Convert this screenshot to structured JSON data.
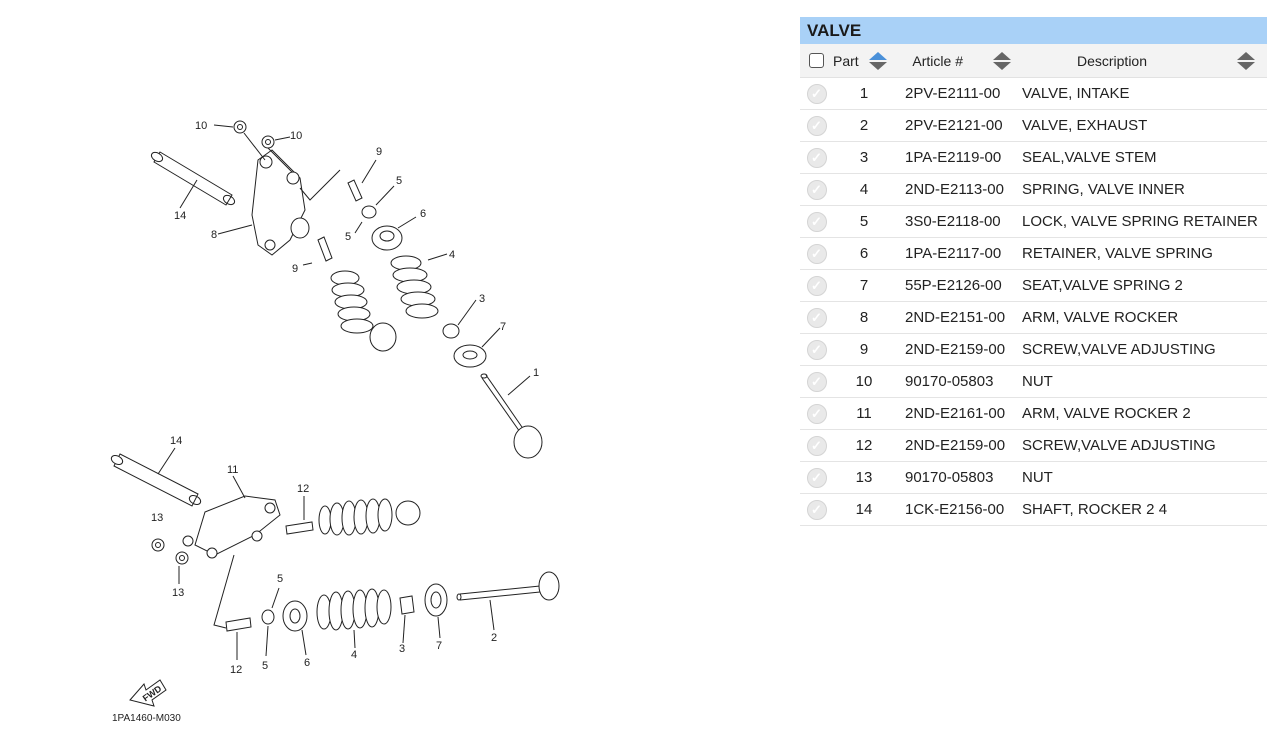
{
  "panel": {
    "title": "VALVE",
    "headers": {
      "part": "Part",
      "article": "Article #",
      "description": "Description"
    },
    "rows": [
      {
        "part": "1",
        "article": "2PV-E2111-00",
        "description": "VALVE, INTAKE"
      },
      {
        "part": "2",
        "article": "2PV-E2121-00",
        "description": "VALVE, EXHAUST"
      },
      {
        "part": "3",
        "article": "1PA-E2119-00",
        "description": "SEAL,VALVE STEM"
      },
      {
        "part": "4",
        "article": "2ND-E2113-00",
        "description": "SPRING, VALVE INNER"
      },
      {
        "part": "5",
        "article": "3S0-E2118-00",
        "description": "LOCK, VALVE SPRING RETAINER"
      },
      {
        "part": "6",
        "article": "1PA-E2117-00",
        "description": "RETAINER, VALVE SPRING"
      },
      {
        "part": "7",
        "article": "55P-E2126-00",
        "description": "SEAT,VALVE SPRING 2"
      },
      {
        "part": "8",
        "article": "2ND-E2151-00",
        "description": "ARM, VALVE ROCKER"
      },
      {
        "part": "9",
        "article": "2ND-E2159-00",
        "description": "SCREW,VALVE ADJUSTING"
      },
      {
        "part": "10",
        "article": "90170-05803",
        "description": "NUT"
      },
      {
        "part": "11",
        "article": "2ND-E2161-00",
        "description": "ARM, VALVE ROCKER 2"
      },
      {
        "part": "12",
        "article": "2ND-E2159-00",
        "description": "SCREW,VALVE ADJUSTING"
      },
      {
        "part": "13",
        "article": "90170-05803",
        "description": "NUT"
      },
      {
        "part": "14",
        "article": "1CK-E2156-00",
        "description": "SHAFT, ROCKER 2 4"
      }
    ]
  },
  "diagram": {
    "labels": {
      "c1": "1",
      "c2": "2",
      "c3a": "3",
      "c3b": "3",
      "c4a": "4",
      "c4b": "4",
      "c5a": "5",
      "c5b": "5",
      "c5c": "5",
      "c5d": "5",
      "c6a": "6",
      "c6b": "6",
      "c7a": "7",
      "c7b": "7",
      "c8": "8",
      "c9a": "9",
      "c9b": "9",
      "c10a": "10",
      "c10b": "10",
      "c11": "11",
      "c12a": "12",
      "c12b": "12",
      "c13a": "13",
      "c13b": "13",
      "c14a": "14",
      "c14b": "14"
    },
    "fwd_label": "FWD",
    "drawing_code": "1PA1460-M030"
  }
}
